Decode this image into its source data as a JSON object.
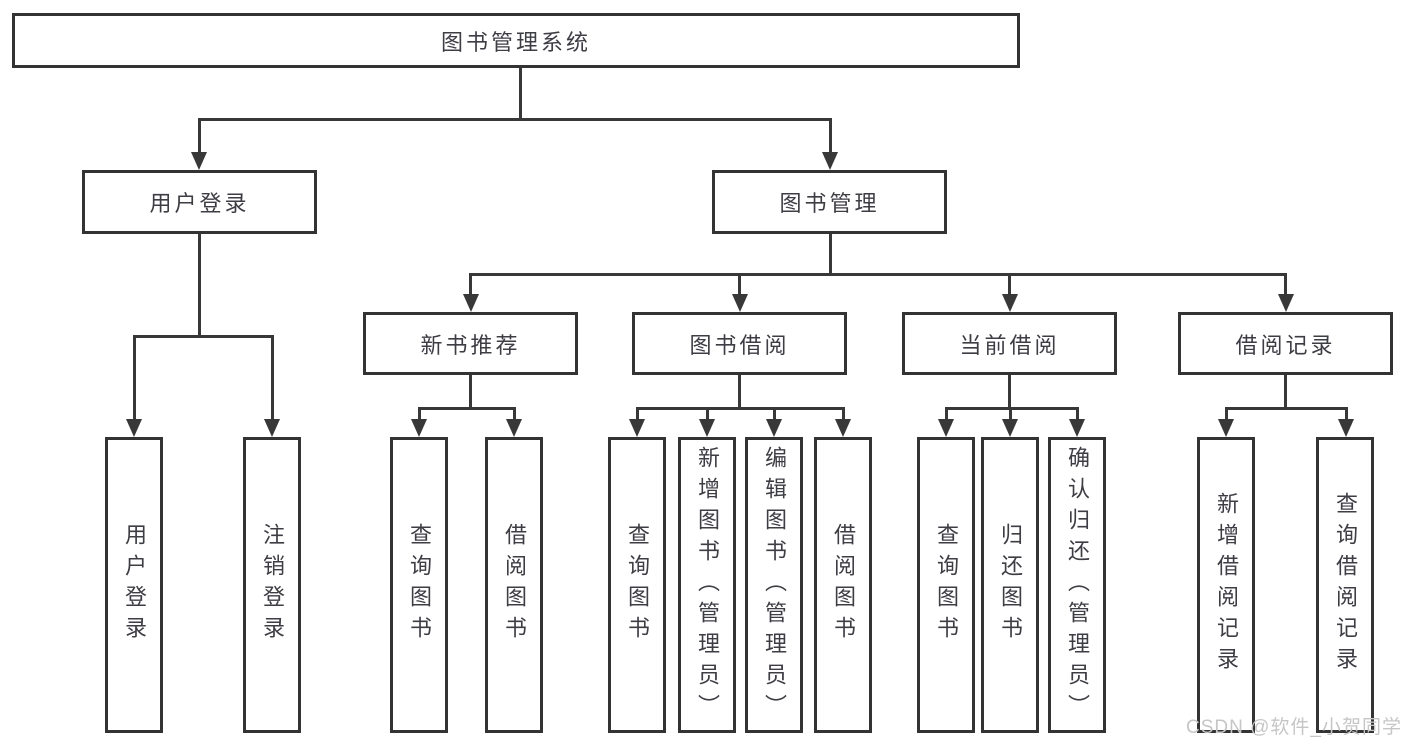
{
  "page": {
    "background": "#ffffff"
  },
  "colors": {
    "line": "#383838",
    "box_border": "#333333",
    "text": "#3d3d44",
    "watermark": "#c6c6c6"
  },
  "watermark": {
    "text": "CSDN @软件_小贺同学"
  },
  "tree": {
    "root": {
      "label": "图书管理系统",
      "children": [
        {
          "label": "用户登录",
          "children": [
            {
              "label": "用户登录"
            },
            {
              "label": "注销登录"
            }
          ]
        },
        {
          "label": "图书管理",
          "children": [
            {
              "label": "新书推荐",
              "children": [
                {
                  "label": "查询图书"
                },
                {
                  "label": "借阅图书"
                }
              ]
            },
            {
              "label": "图书借阅",
              "children": [
                {
                  "label": "查询图书"
                },
                {
                  "label": "新增图书（管理员）"
                },
                {
                  "label": "编辑图书（管理员）"
                },
                {
                  "label": "借阅图书"
                }
              ]
            },
            {
              "label": "当前借阅",
              "children": [
                {
                  "label": "查询图书"
                },
                {
                  "label": "归还图书"
                },
                {
                  "label": "确认归还（管理员）"
                }
              ]
            },
            {
              "label": "借阅记录",
              "children": [
                {
                  "label": "新增借阅记录"
                },
                {
                  "label": "查询借阅记录"
                }
              ]
            }
          ]
        }
      ]
    }
  }
}
